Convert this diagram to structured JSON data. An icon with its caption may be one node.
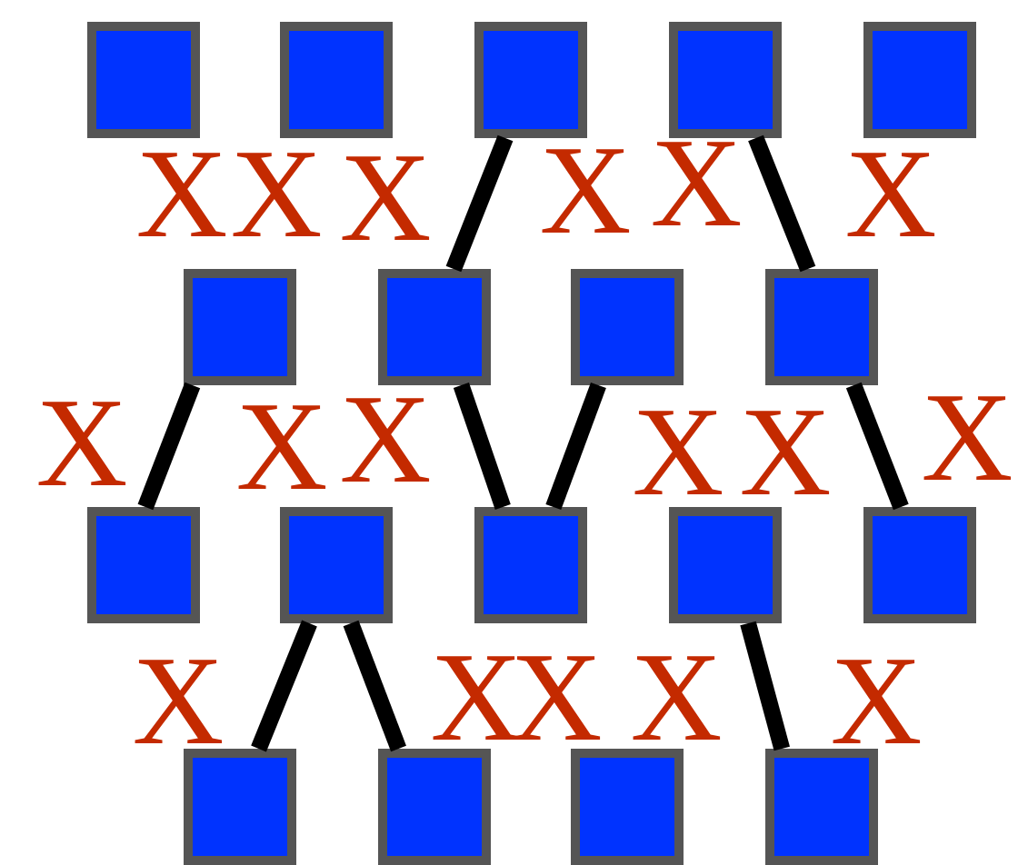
{
  "diagram": {
    "nodes": [
      {
        "text": [],
        "shape": "box"
      },
      {
        "text": [],
        "shape": "box"
      },
      {
        "text": [],
        "shape": "box"
      },
      {
        "text": [],
        "shape": "box"
      },
      {
        "text": [],
        "shape": "box"
      },
      {
        "text": [],
        "shape": "box"
      },
      {
        "text": [],
        "shape": "box"
      },
      {
        "text": [],
        "shape": "box"
      },
      {
        "text": [],
        "shape": "box"
      },
      {
        "text": [],
        "shape": "box"
      },
      {
        "text": [],
        "shape": "box"
      },
      {
        "text": [],
        "shape": "box"
      },
      {
        "text": [],
        "shape": "box"
      },
      {
        "text": [],
        "shape": "box"
      },
      {
        "text": [],
        "shape": "box"
      },
      {
        "text": [],
        "shape": "box"
      },
      {
        "text": [],
        "shape": "box"
      },
      {
        "text": [],
        "shape": "box"
      }
    ],
    "edges": [
      {
        "from": 2,
        "to": 6,
        "arrow": "none"
      },
      {
        "from": 6,
        "to": 11,
        "arrow": "none"
      },
      {
        "from": 11,
        "to": 7,
        "arrow": "none"
      },
      {
        "from": 3,
        "to": 8,
        "arrow": "none"
      },
      {
        "from": 8,
        "to": 13,
        "arrow": "none"
      },
      {
        "from": 5,
        "to": 9,
        "arrow": "none"
      },
      {
        "from": 14,
        "to": 10,
        "arrow": "none"
      },
      {
        "from": 10,
        "to": 15,
        "arrow": "none"
      },
      {
        "from": 12,
        "to": 17,
        "arrow": "none"
      }
    ],
    "labels": [
      "X",
      "X",
      "X",
      "X",
      "X",
      "X",
      "X",
      "X",
      "X",
      "X",
      "X",
      "X",
      "X",
      "X",
      "X",
      "X",
      "X"
    ]
  }
}
